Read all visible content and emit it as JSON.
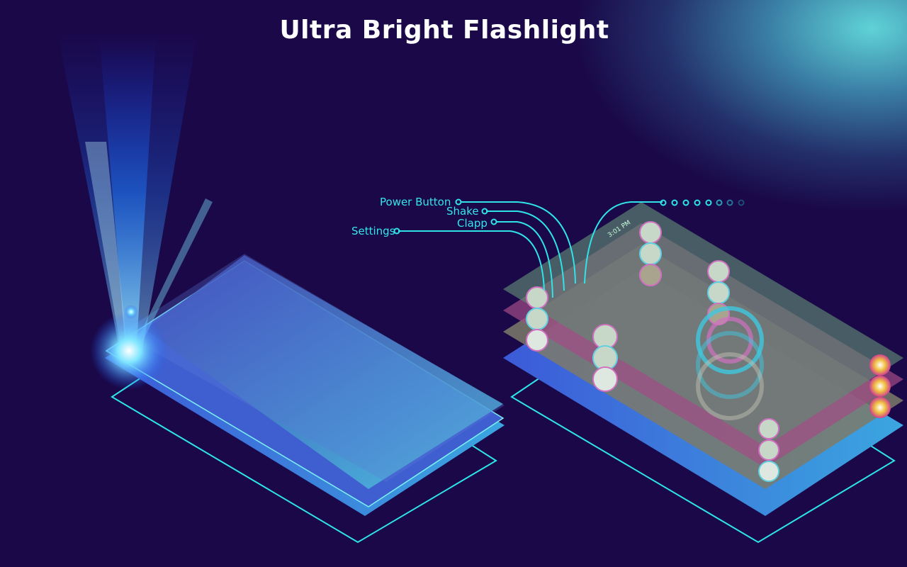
{
  "title": "Ultra Bright Flashlight",
  "callouts": {
    "power_button": "Power Button",
    "shake": "Shake",
    "clapp": "Clapp",
    "settings": "Settings"
  },
  "status_bar": {
    "time": "3:01 PM"
  },
  "colors": {
    "accent": "#2fe3e8",
    "background": "#1a0848",
    "layer_green": "#5f8a73",
    "layer_pink": "#a24c86",
    "layer_gray": "#7c7a6a"
  }
}
